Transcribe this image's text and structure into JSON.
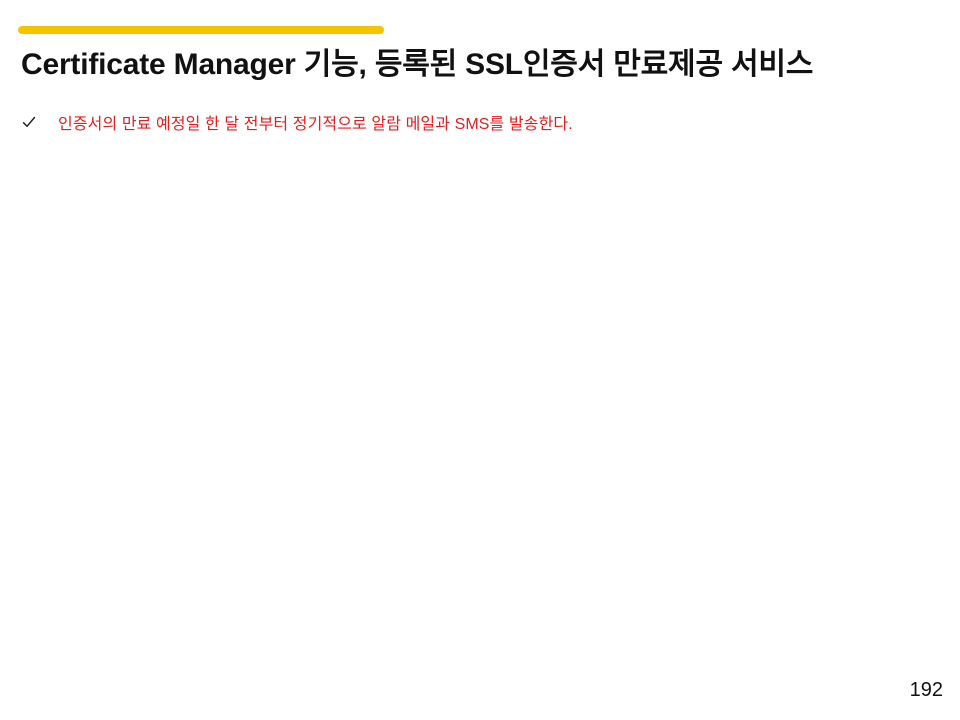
{
  "slide": {
    "title": "Certificate Manager 기능, 등록된 SSL인증서 만료제공 서비스",
    "accent_color": "#F5C400",
    "bullets": [
      {
        "icon": "check-icon",
        "text": "인증서의 만료 예정일 한 달 전부터 정기적으로 알람 메일과 SMS를 발송한다.",
        "color": "#E02020"
      }
    ],
    "page_number": "192"
  }
}
